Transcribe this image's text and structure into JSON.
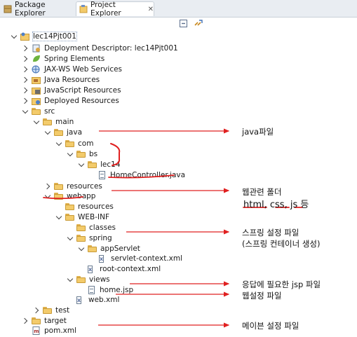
{
  "tabs": [
    {
      "label": "Package Explorer",
      "active": false
    },
    {
      "label": "Project Explorer",
      "active": true
    }
  ],
  "tab_close_glyph": "✕",
  "tree": {
    "project": "lec14Pjt001",
    "items": {
      "deployment_descriptor": "Deployment Descriptor: lec14Pjt001",
      "spring_elements": "Spring Elements",
      "jaxws": "JAX-WS Web Services",
      "java_resources": "Java Resources",
      "javascript_resources": "JavaScript Resources",
      "deployed_resources": "Deployed Resources",
      "src": "src",
      "main": "main",
      "java": "java",
      "com": "com",
      "bs": "bs",
      "lec14": "lec14",
      "home_controller": "HomeController.java",
      "resources_main": "resources",
      "webapp": "webapp",
      "resources_webapp": "resources",
      "web_inf": "WEB-INF",
      "classes": "classes",
      "spring": "spring",
      "app_servlet": "appServlet",
      "servlet_context": "servlet-context.xml",
      "root_context": "root-context.xml",
      "views": "views",
      "home_jsp": "home.jsp",
      "web_xml": "web.xml",
      "test": "test",
      "target": "target",
      "pom_xml": "pom.xml"
    }
  },
  "annotations": {
    "java": "java파일",
    "webapp_line1": "웹관련 폴더",
    "webapp_line2": "html, css, js 등",
    "spring_line1": "스프링 설정 파일",
    "spring_line2": "(스프링 컨테이너 생성)",
    "views": "응답에 필요한 jsp 파일",
    "web_xml": "웹설정 파일",
    "pom": "메이븐 설정 파일"
  },
  "colors": {
    "annotation_red": "#e02020",
    "folder": "#f3cb6b",
    "tab_bar": "#e9edf2"
  }
}
